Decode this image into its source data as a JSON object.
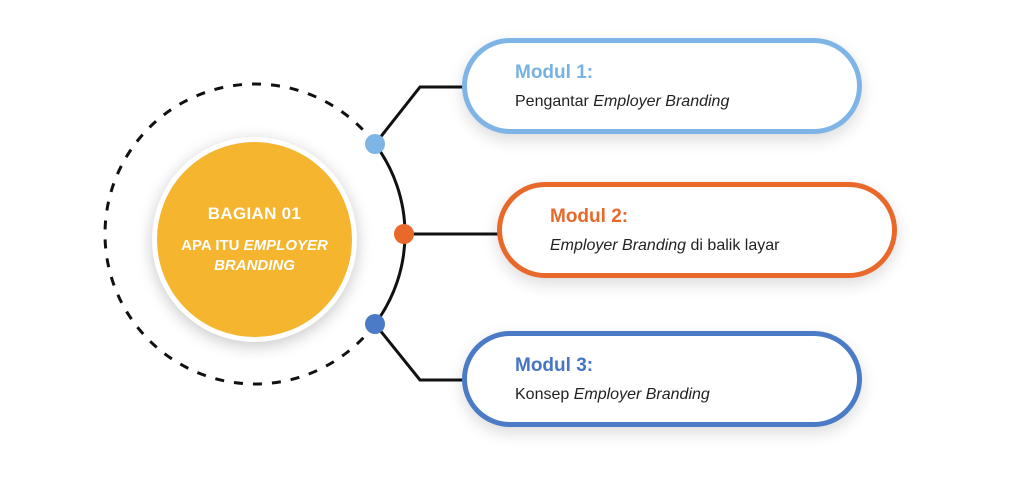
{
  "center": {
    "title": "BAGIAN 01",
    "subtitle_plain": "APA ITU ",
    "subtitle_em": "EMPLOYER BRANDING",
    "color": "#f5b52e"
  },
  "modules": [
    {
      "title": "Modul 1:",
      "desc_prefix": "Pengantar ",
      "desc_em": "Employer Branding",
      "desc_suffix": "",
      "color": "#7fb5e6"
    },
    {
      "title": "Modul 2:",
      "desc_prefix": "",
      "desc_em": "Employer Branding",
      "desc_suffix": " di balik layar",
      "color": "#e8692a"
    },
    {
      "title": "Modul 3:",
      "desc_prefix": "Konsep ",
      "desc_em": "Employer Branding",
      "desc_suffix": "",
      "color": "#4b7bc6"
    }
  ],
  "connector_color": "#111111"
}
